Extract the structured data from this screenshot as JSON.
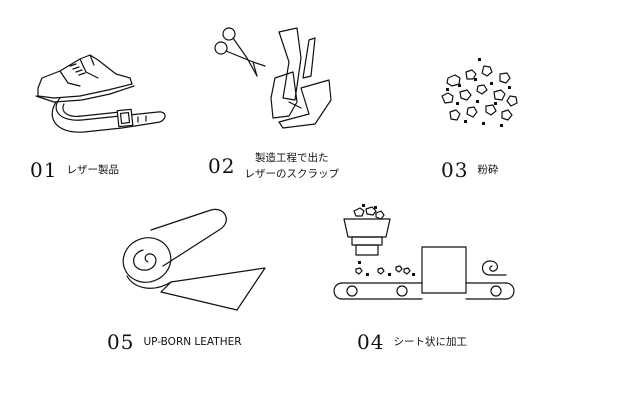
{
  "steps": [
    {
      "number": "01",
      "label_line1": "レザー製品",
      "label_line2": "",
      "icon": "shoe-and-belt-icon"
    },
    {
      "number": "02",
      "label_line1": "製造工程で出た",
      "label_line2": "レザーのスクラップ",
      "icon": "scissors-scraps-icon"
    },
    {
      "number": "03",
      "label_line1": "粉砕",
      "label_line2": "",
      "icon": "crushed-pieces-icon"
    },
    {
      "number": "04",
      "label_line1": "シート状に加工",
      "label_line2": "",
      "icon": "processing-machine-icon"
    },
    {
      "number": "05",
      "label_line1": "UP-BORN LEATHER",
      "label_line2": "",
      "icon": "leather-roll-icon"
    }
  ],
  "colors": {
    "line": "#111111",
    "background": "#ffffff"
  }
}
